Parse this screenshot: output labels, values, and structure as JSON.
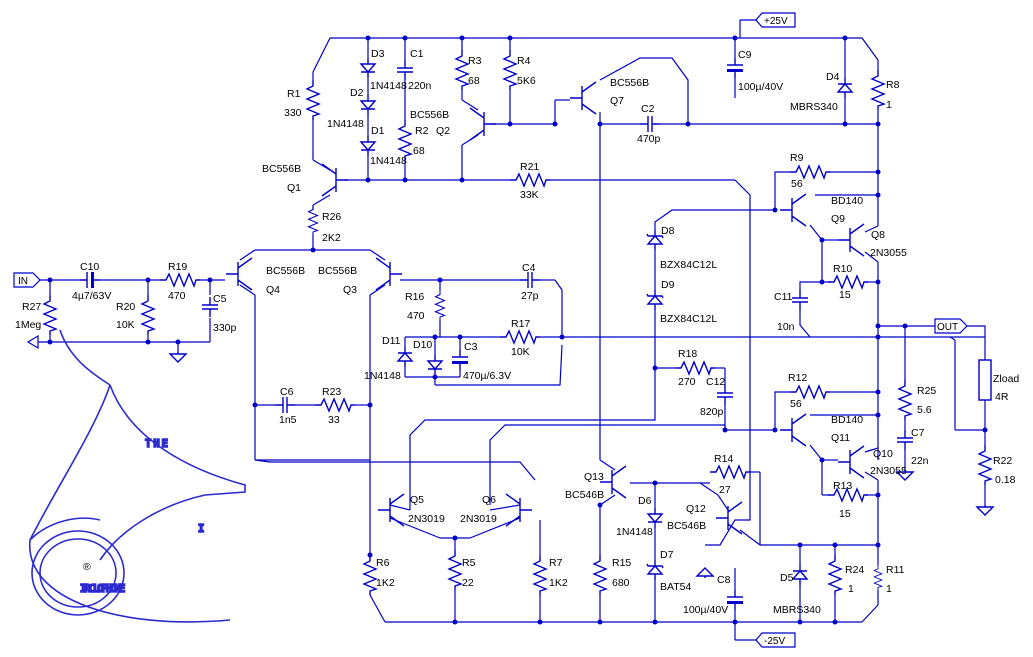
{
  "power": {
    "vpos": "+25V",
    "vneg": "-25V"
  },
  "ports": {
    "input": "IN",
    "output": "OUT"
  },
  "components": {
    "R1": {
      "ref": "R1",
      "value": "330"
    },
    "R2": {
      "ref": "R2",
      "value": "68"
    },
    "R3": {
      "ref": "R3",
      "value": "68"
    },
    "R4": {
      "ref": "R4",
      "value": "5K6"
    },
    "R5": {
      "ref": "R5",
      "value": "22"
    },
    "R6": {
      "ref": "R6",
      "value": "1K2"
    },
    "R7": {
      "ref": "R7",
      "value": "1K2"
    },
    "R8": {
      "ref": "R8",
      "value": "1"
    },
    "R9": {
      "ref": "R9",
      "value": "56"
    },
    "R10": {
      "ref": "R10",
      "value": "15"
    },
    "R11": {
      "ref": "R11",
      "value": "1"
    },
    "R12": {
      "ref": "R12",
      "value": "56"
    },
    "R13": {
      "ref": "R13",
      "value": "15"
    },
    "R14": {
      "ref": "R14",
      "value": "27"
    },
    "R15": {
      "ref": "R15",
      "value": "680"
    },
    "R16": {
      "ref": "R16",
      "value": "470"
    },
    "R17": {
      "ref": "R17",
      "value": "10K"
    },
    "R18": {
      "ref": "R18",
      "value": "270"
    },
    "R19": {
      "ref": "R19",
      "value": "470"
    },
    "R20": {
      "ref": "R20",
      "value": "10K"
    },
    "R21": {
      "ref": "R21",
      "value": "33K"
    },
    "R22": {
      "ref": "R22",
      "value": "0.18"
    },
    "R23": {
      "ref": "R23",
      "value": "33"
    },
    "R24": {
      "ref": "R24",
      "value": "1"
    },
    "R25": {
      "ref": "R25",
      "value": "5.6"
    },
    "R26": {
      "ref": "R26",
      "value": "2K2"
    },
    "R27": {
      "ref": "R27",
      "value": "1Meg"
    },
    "Zload": {
      "ref": "Zload",
      "value": "4R"
    },
    "C1": {
      "ref": "C1",
      "value": "220n"
    },
    "C2": {
      "ref": "C2",
      "value": "470p"
    },
    "C3": {
      "ref": "C3",
      "value": "470µ/6.3V"
    },
    "C4": {
      "ref": "C4",
      "value": "27p"
    },
    "C5": {
      "ref": "C5",
      "value": "330p"
    },
    "C6": {
      "ref": "C6",
      "value": "1n5"
    },
    "C7": {
      "ref": "C7",
      "value": "22n"
    },
    "C8": {
      "ref": "C8",
      "value": "100µ/40V"
    },
    "C9": {
      "ref": "C9",
      "value": "100µ/40V"
    },
    "C10": {
      "ref": "C10",
      "value": "4µ7/63V"
    },
    "C11": {
      "ref": "C11",
      "value": "10n"
    },
    "C12": {
      "ref": "C12",
      "value": "820p"
    },
    "D1": {
      "ref": "D1",
      "value": "1N4148"
    },
    "D2": {
      "ref": "D2",
      "value": "1N4148"
    },
    "D3": {
      "ref": "D3",
      "value": "1N4148"
    },
    "D4": {
      "ref": "D4",
      "value": "MBRS340"
    },
    "D5": {
      "ref": "D5",
      "value": "MBRS340"
    },
    "D6": {
      "ref": "D6",
      "value": "1N4148"
    },
    "D7": {
      "ref": "D7",
      "value": "BAT54"
    },
    "D8": {
      "ref": "D8",
      "value": "BZX84C12L"
    },
    "D9": {
      "ref": "D9",
      "value": "BZX84C12L"
    },
    "D10": {
      "ref": "D10",
      "value": ""
    },
    "D11": {
      "ref": "D11",
      "value": "1N4148"
    },
    "Q1": {
      "ref": "Q1",
      "value": "BC556B"
    },
    "Q2": {
      "ref": "Q2",
      "value": "BC556B"
    },
    "Q3": {
      "ref": "Q3",
      "value": "BC556B"
    },
    "Q4": {
      "ref": "Q4",
      "value": "BC556B"
    },
    "Q5": {
      "ref": "Q5",
      "value": "2N3019"
    },
    "Q6": {
      "ref": "Q6",
      "value": "2N3019"
    },
    "Q7": {
      "ref": "Q7",
      "value": "BC556B"
    },
    "Q8": {
      "ref": "Q8",
      "value": "2N3055"
    },
    "Q9": {
      "ref": "Q9",
      "value": "BD140"
    },
    "Q10": {
      "ref": "Q10",
      "value": "2N3055"
    },
    "Q11": {
      "ref": "Q11",
      "value": "BD140"
    },
    "Q12": {
      "ref": "Q12",
      "value": "BC546B"
    },
    "Q13": {
      "ref": "Q13",
      "value": "BC546B"
    }
  },
  "logo": {
    "word1": "THE",
    "word2": "I",
    "word3": "IRCLOPHONE",
    "registered": "®"
  }
}
